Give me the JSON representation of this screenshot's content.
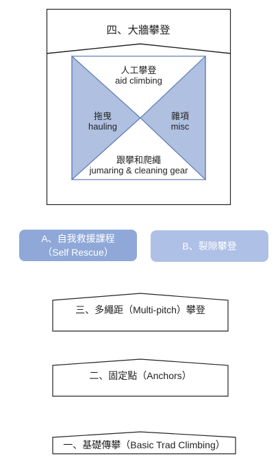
{
  "level4": {
    "title": "四、大牆攀登",
    "aid": {
      "zh": "人工攀登",
      "en": "aid climbing"
    },
    "hauling": {
      "zh": "拖曳",
      "en": "hauling"
    },
    "misc": {
      "zh": "雜項",
      "en": "misc"
    },
    "jumaring": {
      "zh": "跟攀和爬繩",
      "en": "jumaring & cleaning gear"
    }
  },
  "tracks": {
    "self_rescue": {
      "line1": "A、自我救援課程",
      "line2": "（Self Rescue）"
    },
    "crack": {
      "label": "B、裂隙攀登"
    }
  },
  "level3": {
    "label": "三、多繩距（Multi-pitch）攀登"
  },
  "level2": {
    "label": "二、固定點（Anchors）"
  },
  "level1": {
    "label": "一、基礎傳攀（Basic Trad Climbing）"
  },
  "colors": {
    "triangle_fill": "#AFC0E1",
    "triangle_stroke": "#5A78B3",
    "pill_a": "#8FA8D8",
    "pill_b": "#AFC0E6",
    "outline": "#222222"
  }
}
